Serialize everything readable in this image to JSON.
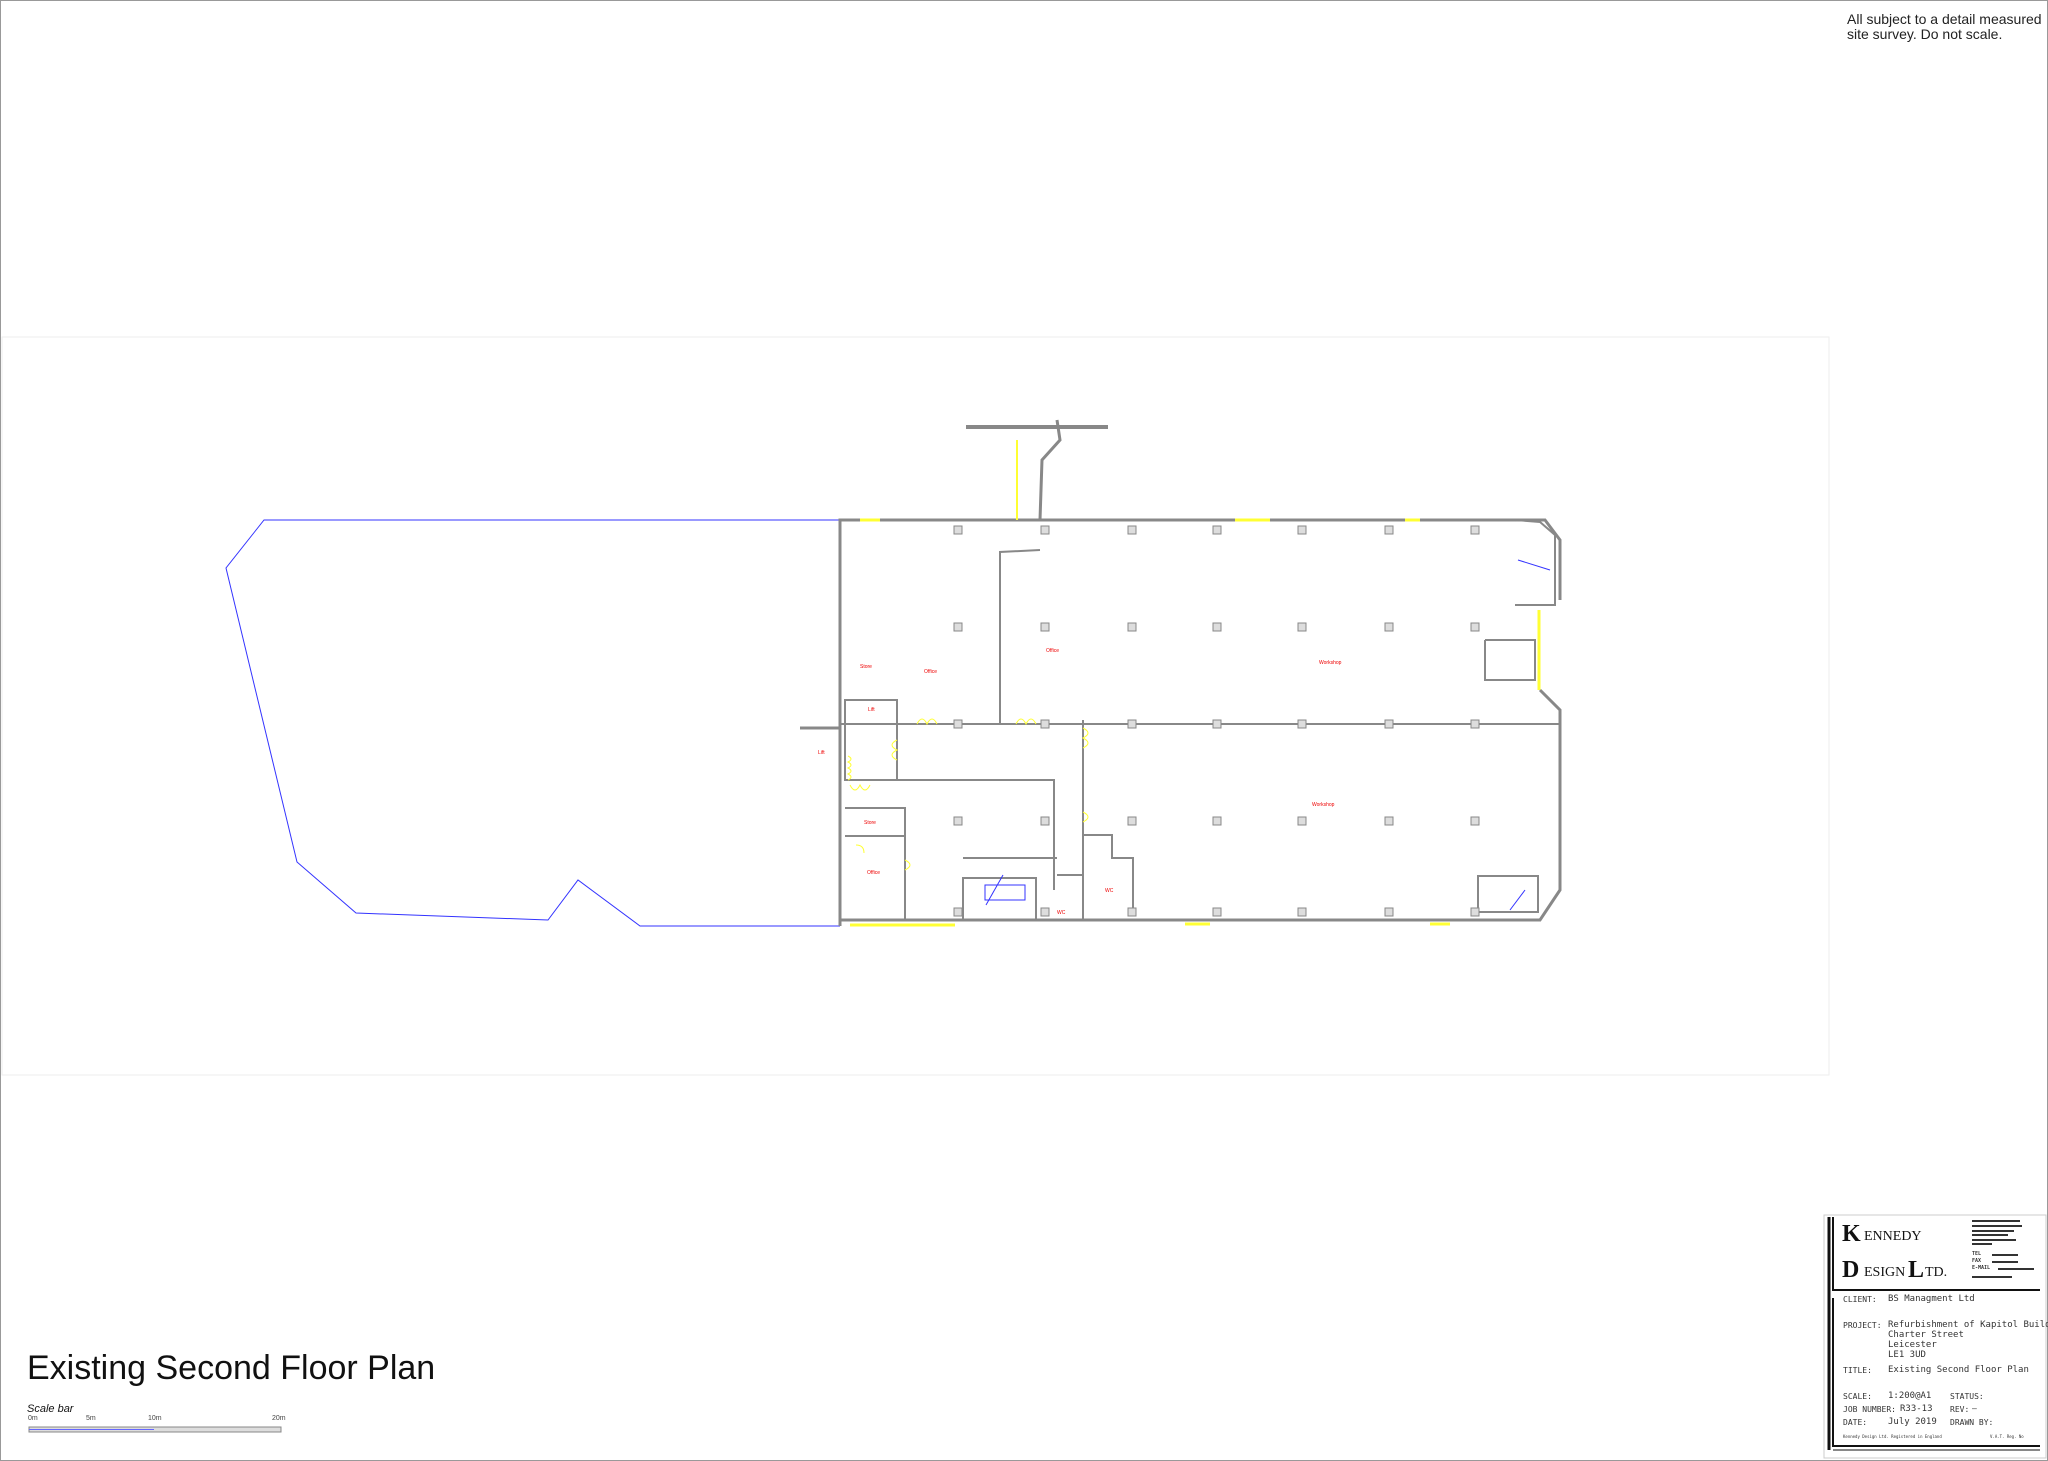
{
  "note": "All subject to a detail measured site survey. Do not scale.",
  "plan_title": "Existing Second Floor Plan",
  "scale_bar": {
    "label": "Scale bar",
    "ticks": [
      "0m",
      "5m",
      "10m",
      "20m"
    ]
  },
  "rooms": [
    "Store",
    "Office",
    "Office",
    "Workshop",
    "Lift",
    "Lift",
    "Store",
    "Office",
    "WC",
    "WC",
    "Workshop"
  ],
  "colors": {
    "walls": "#888888",
    "doors_windows": "#ffff33",
    "site_boundary": "#3333ff",
    "room_labels": "#ee0000"
  },
  "title_block": {
    "logo": {
      "k": "K",
      "ennedy": "ENNEDY",
      "d": "D",
      "esign": "ESIGN",
      "l": "L",
      "td": "TD."
    },
    "contact_labels": {
      "tel": "TEL",
      "fax": "FAX",
      "email": "E-MAIL"
    },
    "client_label": "CLIENT:",
    "client": "BS Managment Ltd",
    "project_label": "PROJECT:",
    "project": [
      "Refurbishment of Kapitol Building",
      "Charter Street",
      "Leicester",
      "LE1 3UD"
    ],
    "title_label": "TITLE:",
    "title": "Existing Second Floor Plan",
    "scale_label": "SCALE:",
    "scale": "1:200@A1",
    "status_label": "STATUS:",
    "status": "",
    "job_label": "JOB NUMBER:",
    "job": "R33-13",
    "rev_label": "REV:",
    "rev": "—",
    "date_label": "DATE:",
    "date": "July 2019",
    "drawn_label": "DRAWN BY:",
    "drawn": "",
    "footer_left": "Kennedy Design Ltd. Registered in England",
    "footer_right": "V.A.T. Reg. No"
  }
}
